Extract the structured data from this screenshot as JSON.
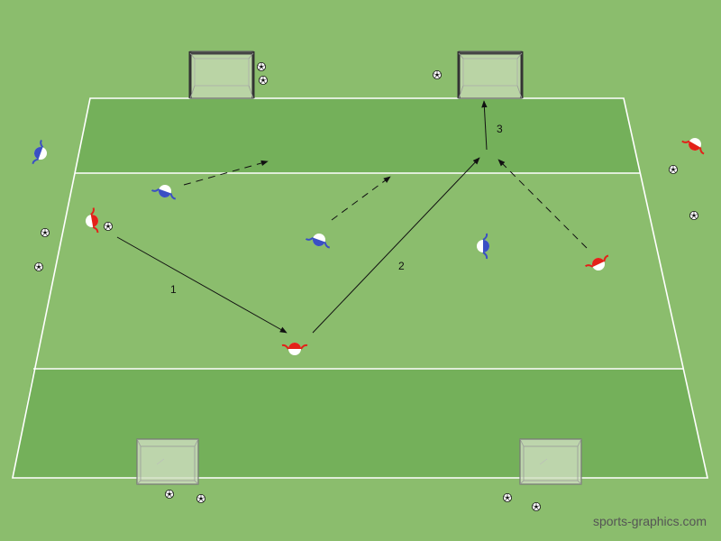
{
  "colors": {
    "grass_outer": "#8bbd6d",
    "grass_zone": "#74b05a",
    "lines": "#ffffff",
    "team_red": "#e32119",
    "team_blue": "#3a4fc4",
    "arrow": "#111111"
  },
  "labels": {
    "pass_1": "1",
    "pass_2": "2",
    "pass_3": "3"
  },
  "watermark": "sports-graphics.com"
}
